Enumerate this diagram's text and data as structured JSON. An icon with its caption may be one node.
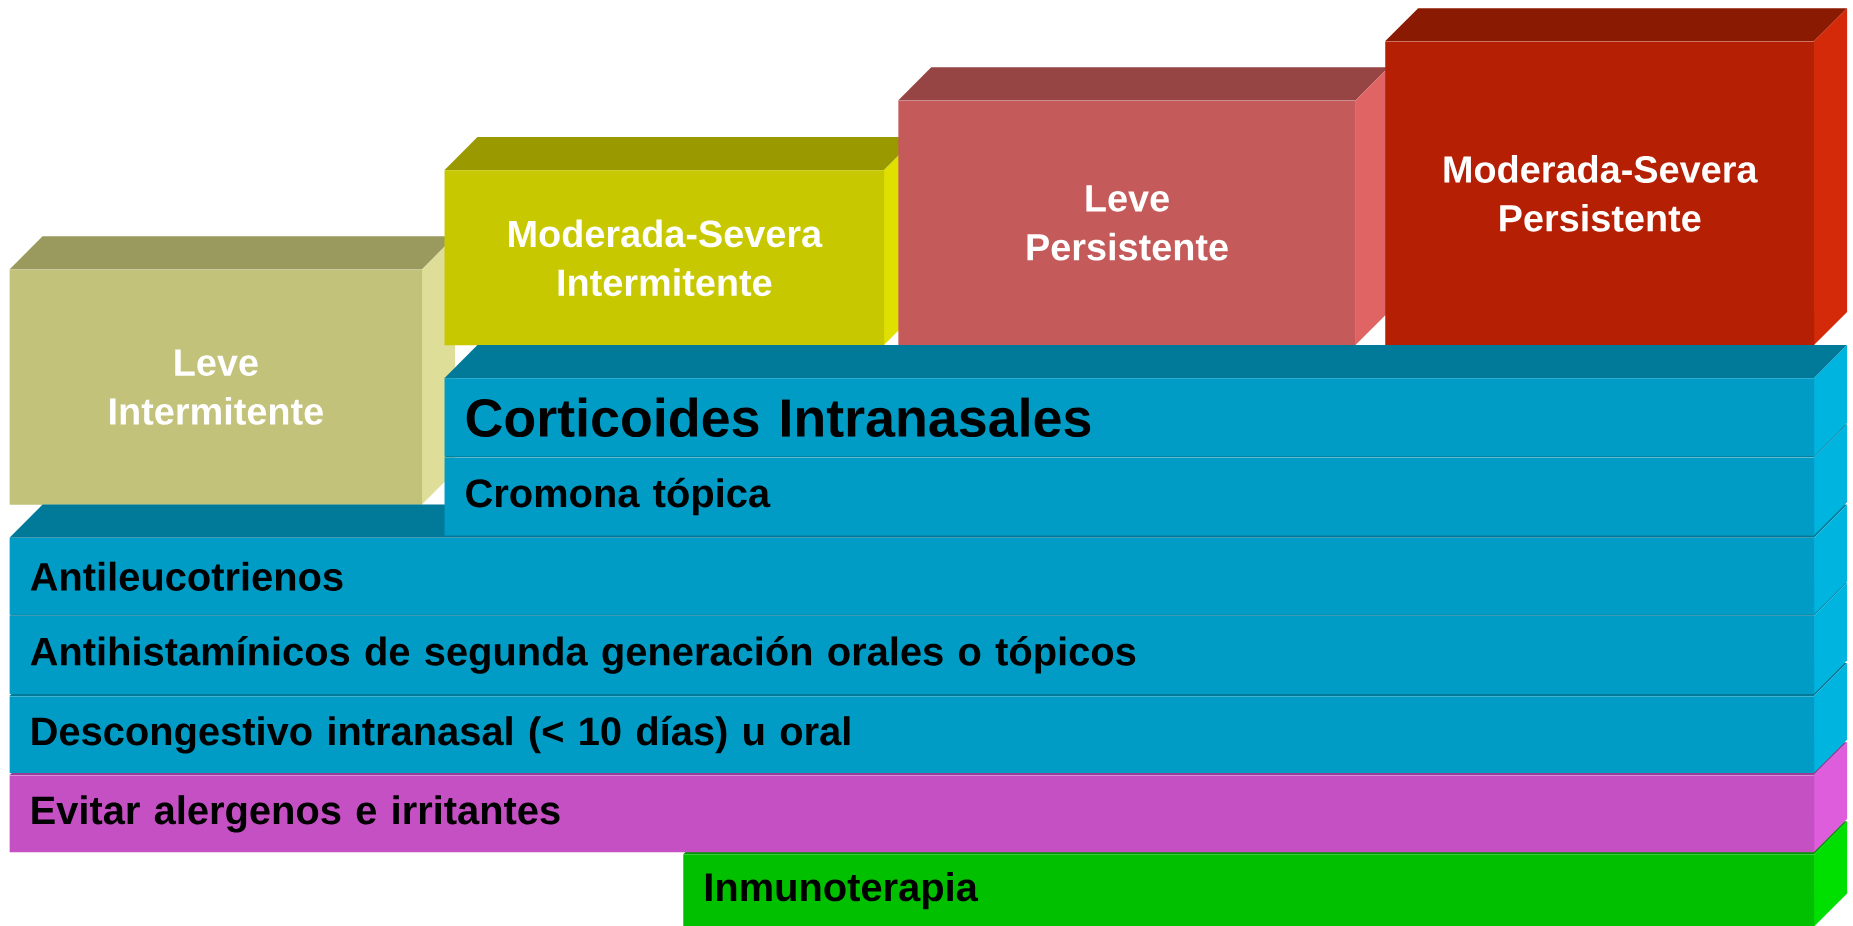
{
  "diagram": {
    "nodes": [
      {
        "text": [
          "Leve Intermitente"
        ]
      },
      {
        "text": [
          "Moderada-Severa Intermitente"
        ]
      },
      {
        "text": [
          "Leve Persistente"
        ]
      },
      {
        "text": [
          "Moderada-Severa Persistente"
        ]
      },
      {
        "text": [
          "Corticoides Intranasales"
        ]
      },
      {
        "text": [
          "Cromona tópica"
        ]
      },
      {
        "text": [
          "Antileucotrienos"
        ]
      },
      {
        "text": [
          "Antihistamínicos de segunda generación orales o tópicos"
        ]
      },
      {
        "text": [
          "Descongestivo intranasal (< 10 días) u oral"
        ]
      },
      {
        "text": [
          "Evitar alergenos e irritantes"
        ]
      },
      {
        "text": [
          "Inmunoterapia"
        ]
      }
    ]
  }
}
